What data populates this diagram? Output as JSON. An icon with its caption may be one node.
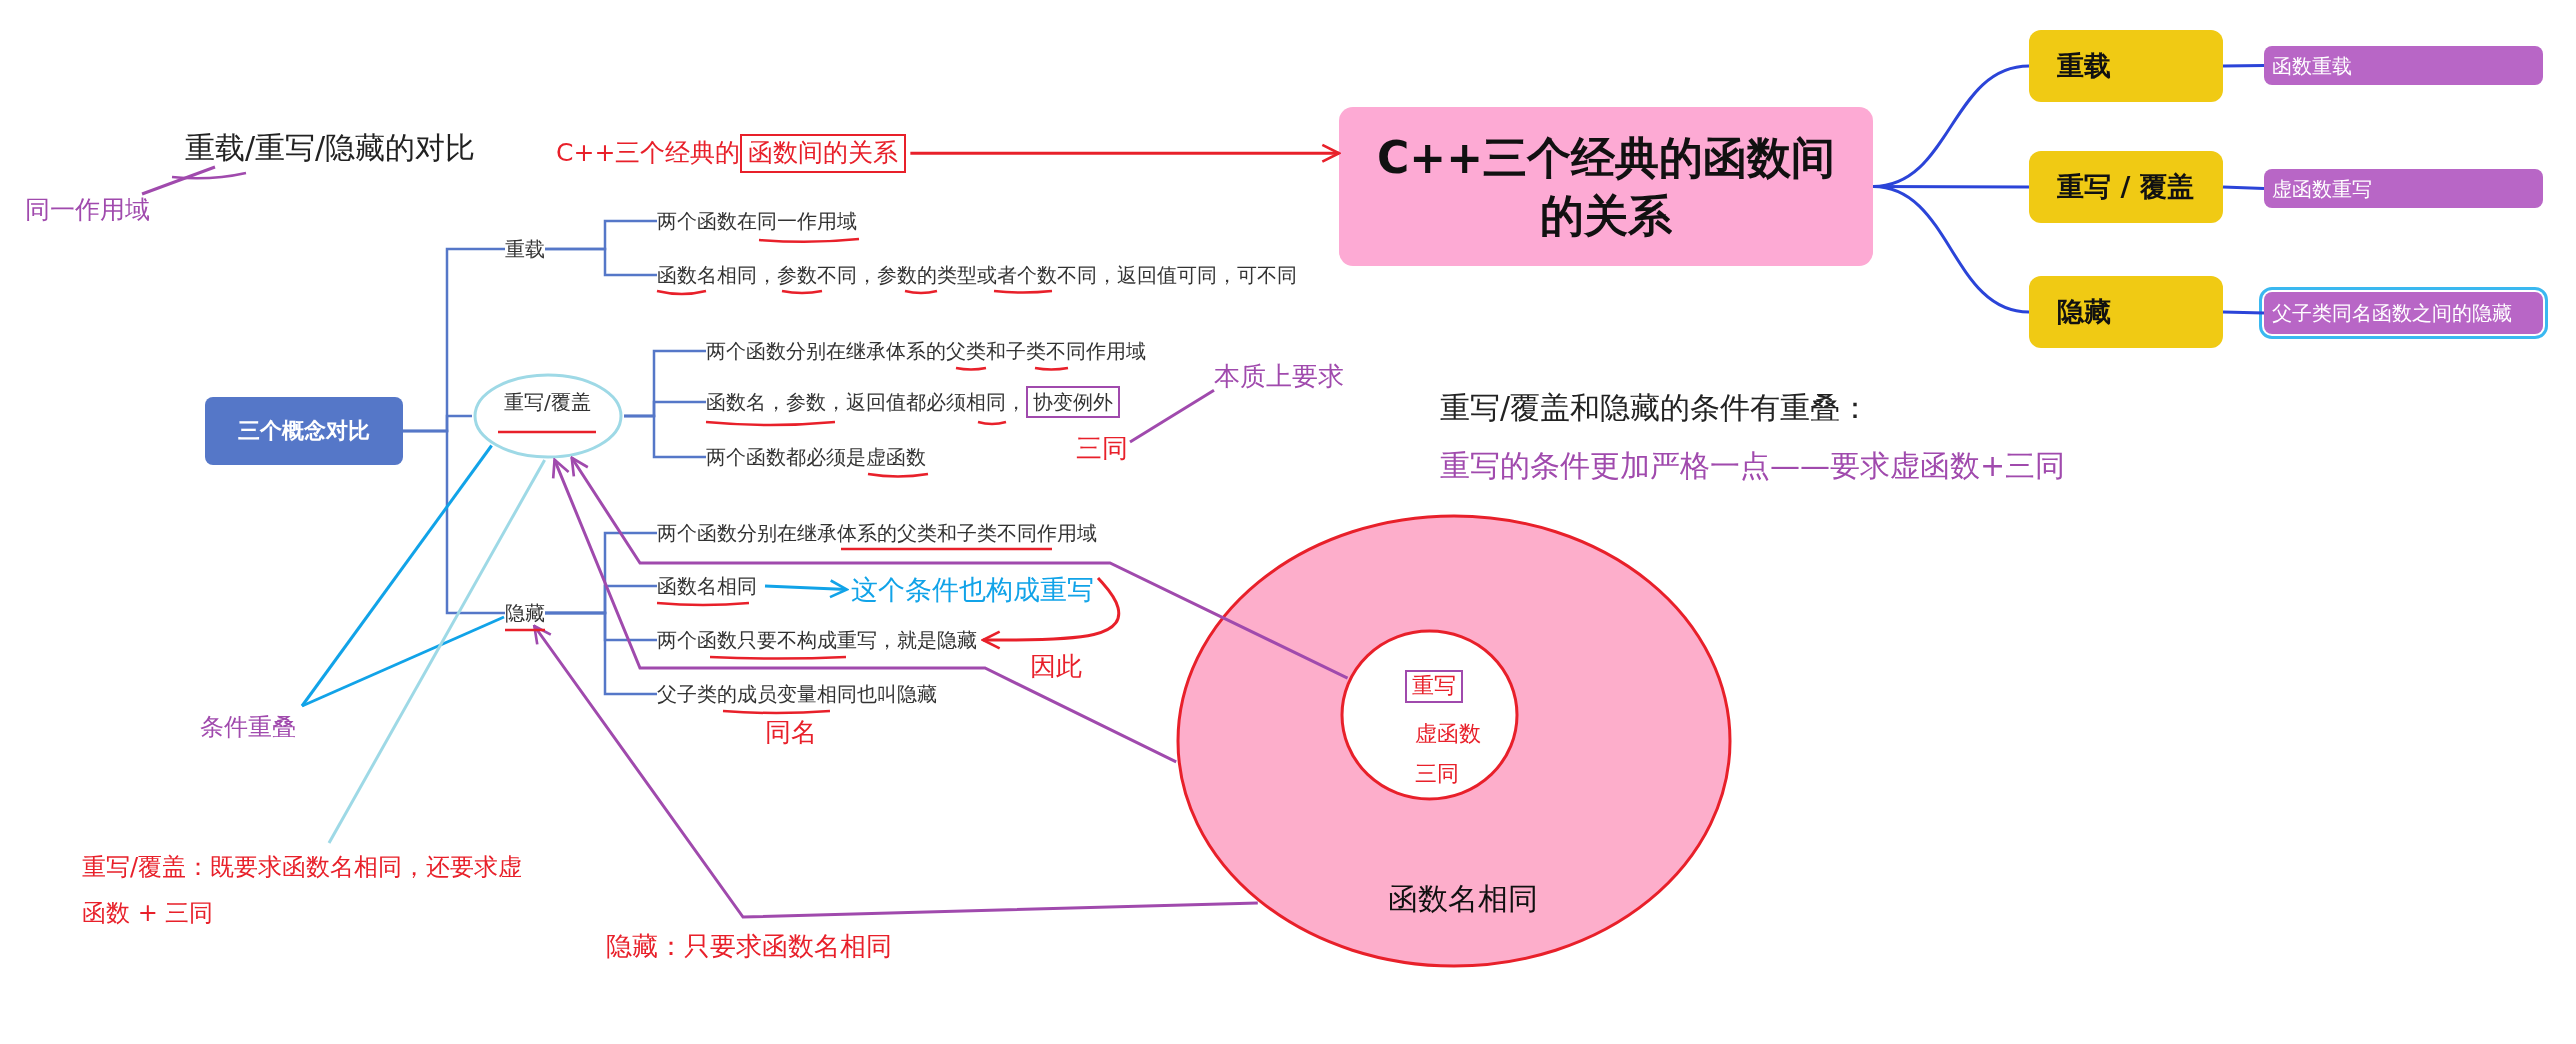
{
  "diagram": {
    "nodes": [
      {
        "text": [
          "重载/重写/隐藏的对比"
        ]
      },
      {
        "text": [
          "C++三个经典的",
          "函数间的关系"
        ]
      },
      {
        "text": [
          "C++三个经典的函数间的关系"
        ]
      },
      {
        "text": [
          "重载"
        ]
      },
      {
        "text": [
          "函数重载"
        ]
      },
      {
        "text": [
          "重写 / 覆盖"
        ]
      },
      {
        "text": [
          "虚函数重写"
        ]
      },
      {
        "text": [
          "隐藏"
        ]
      },
      {
        "text": [
          "父子类同名函数之间的隐藏"
        ]
      },
      {
        "text": [
          "同一作用域"
        ]
      },
      {
        "text": [
          "重载"
        ]
      },
      {
        "text": [
          "两个函数在同一作用域"
        ]
      },
      {
        "text": [
          "函数名相同，参数不同，参数的类型或者个数不同，返回值可同，可不同"
        ]
      },
      {
        "text": [
          "三个概念对比"
        ]
      },
      {
        "text": [
          "重写/覆盖"
        ]
      },
      {
        "text": [
          "两个函数分别在继承体系的父类和子类不同作用域"
        ]
      },
      {
        "text": [
          "函数名，参数，返回值都必须相同，",
          "协变例外"
        ]
      },
      {
        "text": [
          "本质上要求"
        ]
      },
      {
        "text": [
          "两个函数都必须是虚函数"
        ]
      },
      {
        "text": [
          "三同"
        ]
      },
      {
        "text": [
          "隐藏"
        ]
      },
      {
        "text": [
          "两个函数分别在继承体系的父类和子类不同作用域"
        ]
      },
      {
        "text": [
          "函数名相同"
        ]
      },
      {
        "text": [
          "这个条件也构成重写"
        ]
      },
      {
        "text": [
          "两个函数只要不构成重写，就是隐藏"
        ]
      },
      {
        "text": [
          "父子类的成员变量相同也叫隐藏"
        ]
      },
      {
        "text": [
          "函数名相同"
        ]
      },
      {
        "text": [
          "重写",
          "虚函数",
          "三同"
        ],
        "in": 26
      },
      {
        "text": [
          "条件重叠"
        ]
      },
      {
        "text": [
          "重写/覆盖：既要求函数名相同，还要求虚函数 + 三同"
        ]
      }
    ],
    "edges": [
      {
        "from": 1,
        "to": 2,
        "arrow": "to",
        "color": "#e8202a"
      },
      {
        "from": 2,
        "to": 3,
        "arrow": "none",
        "color": "#2b44d8"
      },
      {
        "from": 2,
        "to": 5,
        "arrow": "none",
        "color": "#2b44d8"
      },
      {
        "from": 2,
        "to": 7,
        "arrow": "none",
        "color": "#2b44d8"
      },
      {
        "from": 3,
        "to": 4,
        "arrow": "none",
        "color": "#2b44d8"
      },
      {
        "from": 5,
        "to": 6,
        "arrow": "none",
        "color": "#2b44d8"
      },
      {
        "from": 7,
        "to": 8,
        "arrow": "none",
        "color": "#2b44d8"
      },
      {
        "from": 9,
        "to": 0,
        "arrow": "none",
        "color": "#a04aad"
      },
      {
        "from": 13,
        "to": 10,
        "arrow": "none"
      },
      {
        "from": 13,
        "to": 14,
        "arrow": "none"
      },
      {
        "from": 13,
        "to": 20,
        "arrow": "none"
      },
      {
        "from": 10,
        "to": 11,
        "arrow": "none"
      },
      {
        "from": 10,
        "to": 12,
        "arrow": "none"
      },
      {
        "from": 14,
        "to": 15,
        "arrow": "none"
      },
      {
        "from": 14,
        "to": 16,
        "arrow": "none"
      },
      {
        "from": 14,
        "to": 18,
        "arrow": "none"
      },
      {
        "from": 20,
        "to": 21,
        "arrow": "none"
      },
      {
        "from": 20,
        "to": 22,
        "arrow": "none"
      },
      {
        "from": 20,
        "to": 24,
        "arrow": "none"
      },
      {
        "from": 20,
        "to": 25,
        "arrow": "none"
      },
      {
        "from": 19,
        "to": 17,
        "arrow": "none",
        "color": "#a04aad"
      },
      {
        "from": 22,
        "to": 23,
        "arrow": "to",
        "color": "#11a3e8"
      },
      {
        "from": 23,
        "to": 24,
        "arrow": "to",
        "color": "#e8202a"
      },
      {
        "from": 28,
        "to": 14,
        "arrow": "none",
        "color": "#11a3e8"
      },
      {
        "from": 28,
        "to": 20,
        "arrow": "none",
        "color": "#11a3e8"
      },
      {
        "from": 29,
        "to": 14,
        "arrow": "none",
        "color": "#9ed9e6"
      },
      {
        "from": 27,
        "to": 14,
        "arrow": "to",
        "color": "#a04aad"
      },
      {
        "from": 26,
        "to": 14,
        "arrow": "to",
        "color": "#a04aad"
      },
      {
        "from": 26,
        "to": 20,
        "arrow": "to",
        "color": "#a04aad"
      }
    ],
    "labels": [
      "重写/覆盖和隐藏的条件有重叠：",
      "重写的条件更加严格一点——要求虚函数+三同",
      "因此",
      "同名",
      "隐藏：只要求函数名相同"
    ]
  }
}
